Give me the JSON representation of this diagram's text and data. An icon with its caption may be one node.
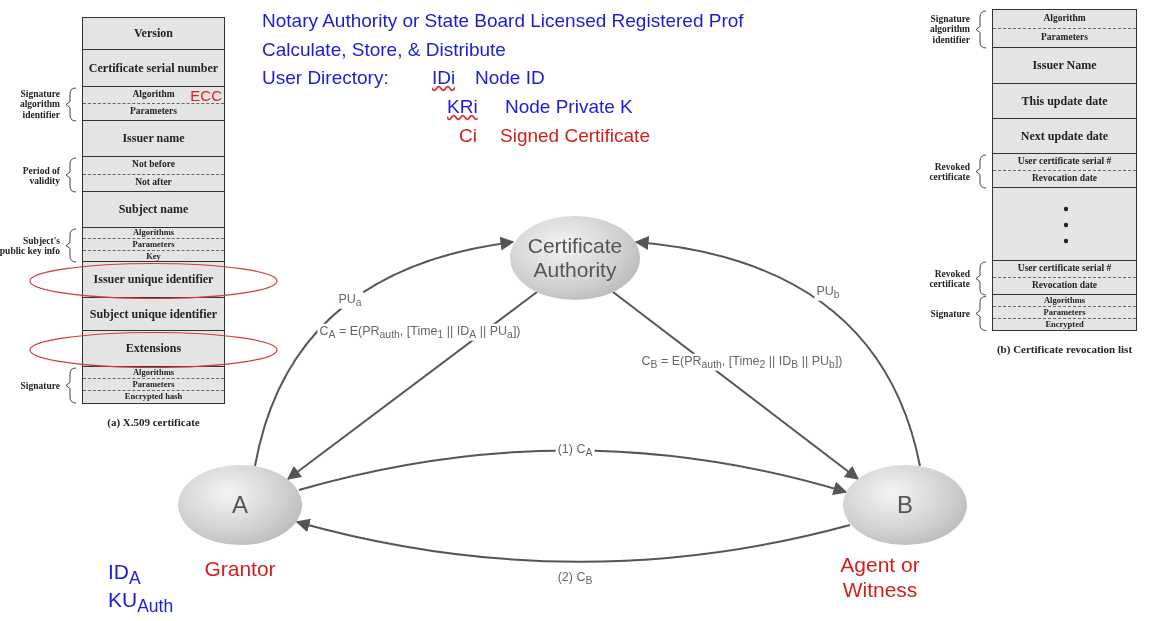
{
  "diagram": {
    "nodes": [
      {
        "text": [
          "Certificate Authority"
        ]
      },
      {
        "text": [
          "A"
        ],
        "beside": [
          "Grantor"
        ]
      },
      {
        "text": [
          "B"
        ],
        "beside": [
          "Agent or Witness"
        ]
      },
      {
        "text": [
          "(a) X.509 certificate"
        ]
      },
      {
        "text": [
          "Version"
        ],
        "in": 3
      },
      {
        "text": [
          "Certificate serial number"
        ],
        "in": 3
      },
      {
        "text": [
          "Algorithm",
          "Parameters",
          "ECC"
        ],
        "in": 3,
        "beside": [
          "Signature algorithm identifier"
        ]
      },
      {
        "text": [
          "Issuer name"
        ],
        "in": 3
      },
      {
        "text": [
          "Not before",
          "Not after"
        ],
        "in": 3,
        "beside": [
          "Period of validity"
        ]
      },
      {
        "text": [
          "Subject name"
        ],
        "in": 3
      },
      {
        "text": [
          "Algorithms",
          "Parameters",
          "Key"
        ],
        "in": 3,
        "beside": [
          "Subject's public key info"
        ]
      },
      {
        "text": [
          "Issuer unique identifier"
        ],
        "in": 3
      },
      {
        "text": [
          "Subject unique identifier"
        ],
        "in": 3
      },
      {
        "text": [
          "Extensions"
        ],
        "in": 3
      },
      {
        "text": [
          "Algorithms",
          "Parameters",
          "Encrypted hash"
        ],
        "in": 3,
        "beside": [
          "Signature"
        ]
      },
      {
        "text": [
          "(b) Certificate revocation list"
        ]
      },
      {
        "text": [
          "Algorithm",
          "Parameters"
        ],
        "in": 15,
        "beside": [
          "Signature algorithm identifier"
        ]
      },
      {
        "text": [
          "Issuer Name"
        ],
        "in": 15
      },
      {
        "text": [
          "This update date"
        ],
        "in": 15
      },
      {
        "text": [
          "Next update date"
        ],
        "in": 15
      },
      {
        "text": [
          "User certificate serial #",
          "Revocation date"
        ],
        "in": 15,
        "beside": [
          "Revoked certificate"
        ]
      },
      {
        "text": [],
        "shape": "box",
        "in": 15
      },
      {
        "text": [
          "User certificate serial #",
          "Revocation date"
        ],
        "in": 15,
        "beside": [
          "Revoked certificate"
        ]
      },
      {
        "text": [
          "Algorithms",
          "Parameters",
          "Encrypted"
        ],
        "in": 15,
        "beside": [
          "Signature"
        ]
      }
    ],
    "edges": [
      {
        "from": 1,
        "to": 0,
        "arrow": "to",
        "label": "PU$_{a}$"
      },
      {
        "from": 2,
        "to": 0,
        "arrow": "to",
        "label": "PU$_{b}$"
      },
      {
        "from": 0,
        "to": 1,
        "arrow": "to",
        "label": "C$_{A}$ = E(PR$_{auth}$, [Time$_{1}$ || ID$_{A}$ || PU$_{a}$])"
      },
      {
        "from": 0,
        "to": 2,
        "arrow": "to",
        "label": "C$_{B}$ = E(PR$_{auth}$, [Time$_{2}$ || ID$_{B}$ || PU$_{b}$])"
      },
      {
        "from": 1,
        "to": 2,
        "arrow": "to",
        "label": "(1) C$_{A}$"
      },
      {
        "from": 2,
        "to": 1,
        "arrow": "to",
        "label": "(2) C$_{B}$"
      }
    ],
    "labels": [
      "Notary Authority or State Board Licensed Registered Prof",
      "Calculate, Store, & Distribute",
      "User Directory:",
      "IDi",
      "Node ID",
      "KRi",
      "Node Private K",
      "Ci",
      "Signed Certificate",
      "ID$_{A}$",
      "KU$_{Auth}$"
    ]
  }
}
